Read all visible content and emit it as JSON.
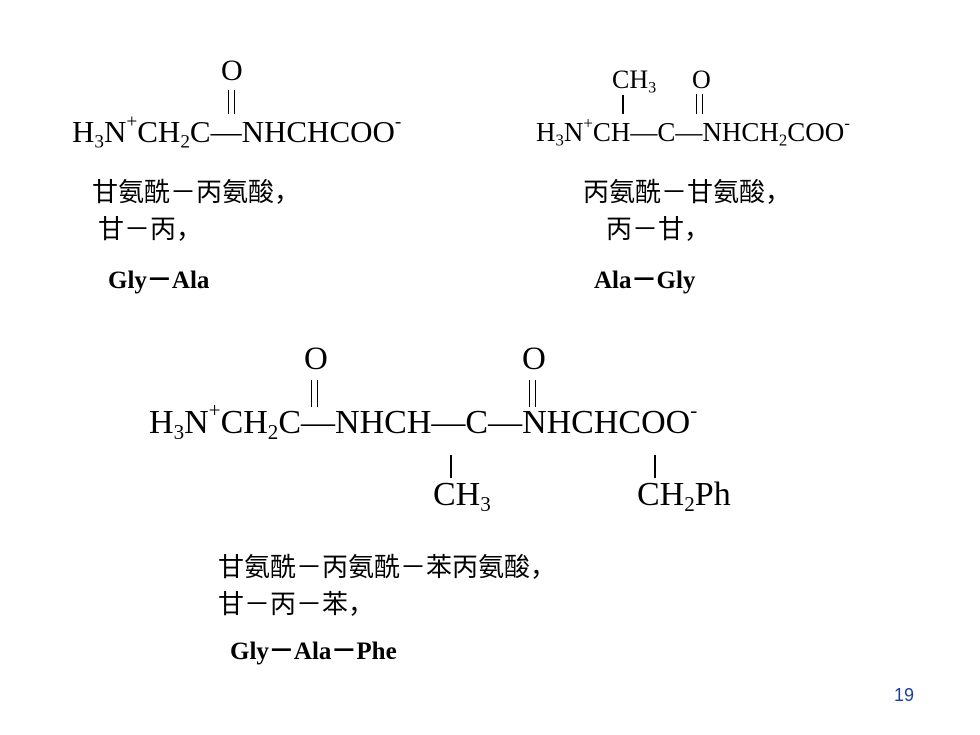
{
  "dipeptide_1": {
    "formula": {
      "h3n": "H",
      "h3n_sub": "3",
      "n": "N",
      "charge": "+",
      "ch2": "CH",
      "ch2_sub": "2",
      "c": "C",
      "rest": "—NHCHCOO",
      "minus": "-"
    },
    "oxygen": "O",
    "full_name": "甘氨酰－丙氨酸，",
    "short_name": "甘－丙，",
    "abbreviation": "Gly－Ala"
  },
  "dipeptide_2": {
    "formula": {
      "h3n": "H",
      "h3n_sub": "3",
      "n": "N",
      "charge": "+",
      "ch": "CH—",
      "c": "C",
      "rest": "—NHCH",
      "rest_sub": "2",
      "coo": "COO",
      "minus": "-"
    },
    "methyl": "CH",
    "methyl_sub": "3",
    "oxygen": "O",
    "full_name": "丙氨酰－甘氨酸，",
    "short_name": "丙－甘，",
    "abbreviation": "Ala－Gly"
  },
  "tripeptide": {
    "formula": {
      "h3n": "H",
      "h3n_sub": "3",
      "n": "N",
      "charge": "+",
      "ch2": "CH",
      "ch2_sub": "2",
      "c1": "C",
      "mid": "—NHCH—",
      "c2": "C",
      "rest": "—NHCHCOO",
      "minus": "-"
    },
    "oxygen_1": "O",
    "oxygen_2": "O",
    "side_chain_1": "CH",
    "side_chain_1_sub": "3",
    "side_chain_2": "CH",
    "side_chain_2_sub": "2",
    "side_chain_2_tail": "Ph",
    "full_name": "甘氨酰－丙氨酰－苯丙氨酸，",
    "short_name": "甘－丙－苯，",
    "abbreviation": "Gly－Ala－Phe"
  },
  "page_number": "19"
}
